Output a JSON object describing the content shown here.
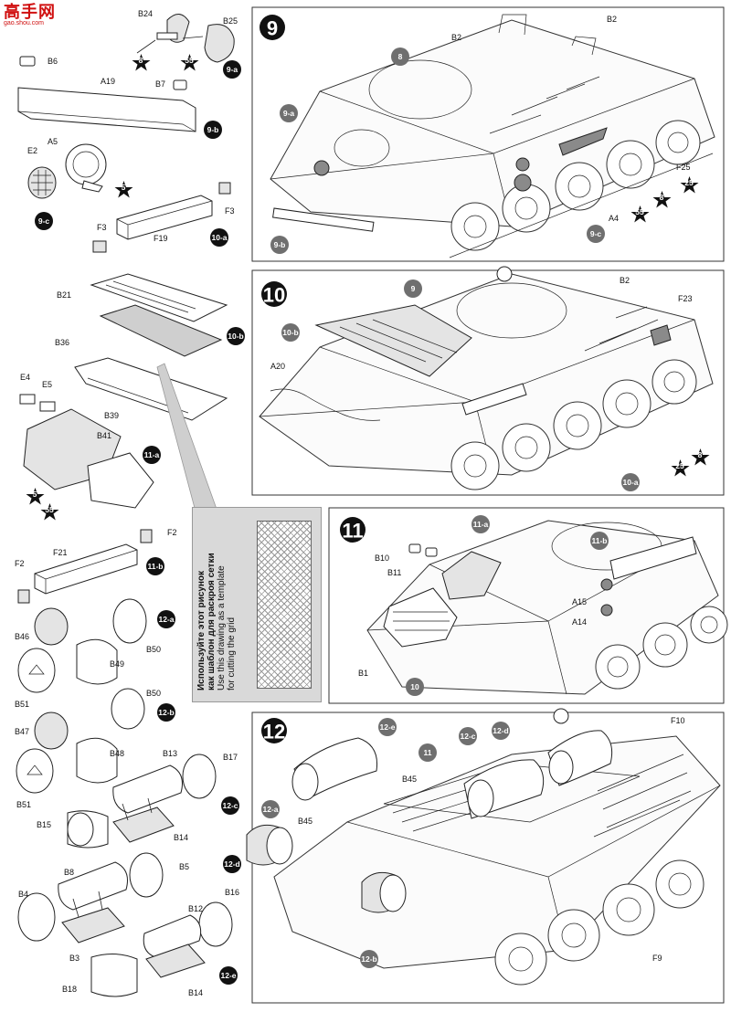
{
  "logo": {
    "main": "高手网",
    "sub": "gao.shou.com"
  },
  "steps": [
    "9",
    "10",
    "11",
    "12"
  ],
  "subassembly_callouts": [
    "9-a",
    "9-b",
    "9-c",
    "10-a",
    "10-b",
    "11-a",
    "11-b",
    "12-a",
    "12-b",
    "12-c",
    "12-d",
    "12-e"
  ],
  "paint_callouts": [
    "8",
    "55",
    "5",
    "25"
  ],
  "reference_callouts": [
    "8",
    "9",
    "10",
    "11"
  ],
  "part_labels": {
    "left": [
      "B24",
      "B25",
      "B6",
      "B7",
      "A19",
      "A5",
      "E2",
      "F3",
      "F3",
      "F19",
      "B21",
      "B36",
      "E4",
      "E5",
      "B39",
      "B41",
      "F2",
      "F21",
      "F2",
      "B46",
      "B50",
      "B49",
      "B51",
      "B50",
      "B47",
      "B48",
      "B51",
      "B13",
      "B17",
      "B15",
      "B14",
      "B8",
      "B5",
      "B4",
      "B3",
      "B16",
      "B12",
      "B18",
      "B14"
    ],
    "step9": [
      "B2",
      "B2",
      "F25",
      "A4"
    ],
    "step10": [
      "B2",
      "F23",
      "A20"
    ],
    "step11": [
      "B10",
      "B11",
      "A15",
      "A14",
      "B1"
    ],
    "step12": [
      "B45",
      "B45",
      "F10",
      "F9"
    ]
  },
  "template_note": {
    "ru_line1": "Используйте этот рисунок",
    "ru_line2": "как шаблон для раскроя сетки",
    "en_line1": "Use this drawing as a template",
    "en_line2": "for cutting the grid"
  },
  "colors": {
    "callout_dark": "#111111",
    "callout_grey": "#6f6f6f",
    "logo_red": "#d01010",
    "panel_grey": "#d9d9d9"
  }
}
